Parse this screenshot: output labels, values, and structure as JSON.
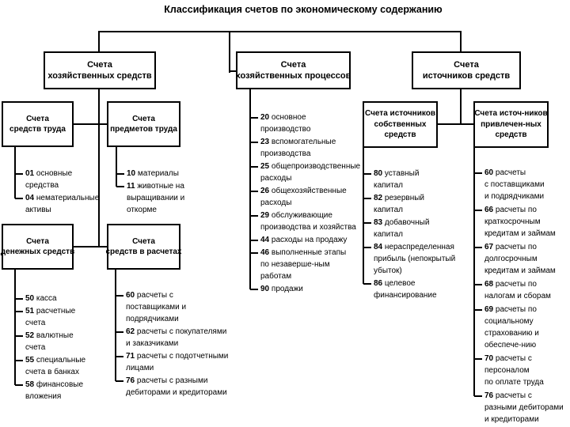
{
  "diagram": {
    "title": "Классификация счетов по экономическому содержанию",
    "nodes": {
      "funds": {
        "label_lines": [
          "Счета",
          "хозяйственных средств"
        ]
      },
      "processes": {
        "label_lines": [
          "Счета",
          "хозяйственных процессов"
        ]
      },
      "sources": {
        "label_lines": [
          "Счета",
          "источников средств"
        ]
      },
      "labor_means": {
        "label_lines": [
          "Счета",
          "средств труда"
        ]
      },
      "labor_objects": {
        "label_lines": [
          "Счета",
          "предметов труда"
        ]
      },
      "money": {
        "label_lines": [
          "Счета",
          "денежных средств"
        ]
      },
      "settlements": {
        "label_lines": [
          "Счета",
          "средств в расчетах"
        ]
      },
      "own_sources": {
        "label_lines": [
          "Счета источников",
          "собственных",
          "средств"
        ]
      },
      "borrowed_sources": {
        "label_lines": [
          "Счета источ-ников",
          "привлечен-ных",
          "средств"
        ]
      }
    },
    "account_lists": {
      "labor_means_accounts": [
        {
          "num": "01",
          "lines": [
            "основные",
            "средства"
          ]
        },
        {
          "num": "04",
          "lines": [
            "нематериальные",
            "активы"
          ]
        }
      ],
      "labor_objects_accounts": [
        {
          "num": "10",
          "lines": [
            "материалы"
          ]
        },
        {
          "num": "11",
          "lines": [
            "животные на",
            "выращивании и",
            "откорме"
          ]
        }
      ],
      "money_accounts": [
        {
          "num": "50",
          "lines": [
            "касса"
          ]
        },
        {
          "num": "51",
          "lines": [
            "расчетные",
            "счета"
          ]
        },
        {
          "num": "52",
          "lines": [
            "валютные",
            "счета"
          ]
        },
        {
          "num": "55",
          "lines": [
            "специальные",
            "счета в банках"
          ]
        },
        {
          "num": "58",
          "lines": [
            "финансовые",
            "вложения"
          ]
        }
      ],
      "settlement_accounts": [
        {
          "num": "60",
          "lines": [
            "расчеты с",
            "поставщиками и",
            "подрядчиками"
          ]
        },
        {
          "num": "62",
          "lines": [
            "расчеты с покупателями",
            "и заказчиками"
          ]
        },
        {
          "num": "71",
          "lines": [
            "расчеты с подотчетными",
            "лицами"
          ]
        },
        {
          "num": "76",
          "lines": [
            "расчеты с разными",
            "дебиторами и кредиторами"
          ]
        }
      ],
      "process_accounts": [
        {
          "num": "20",
          "lines": [
            "основное",
            "производство"
          ]
        },
        {
          "num": "23",
          "lines": [
            "вспомогательные",
            "производства"
          ]
        },
        {
          "num": "25",
          "lines": [
            "общепроизводственные",
            "расходы"
          ]
        },
        {
          "num": "26",
          "lines": [
            "общехозяйственные",
            "расходы"
          ]
        },
        {
          "num": "29",
          "lines": [
            "обслуживающие",
            "производства и хозяйства"
          ]
        },
        {
          "num": "44",
          "lines": [
            "расходы на продажу"
          ]
        },
        {
          "num": "46",
          "lines": [
            "выполненные этапы",
            "по незаверше-ным",
            "работам"
          ]
        },
        {
          "num": "90",
          "lines": [
            "продажи"
          ]
        }
      ],
      "own_source_accounts": [
        {
          "num": "80",
          "lines": [
            "уставный",
            "капитал"
          ]
        },
        {
          "num": "82",
          "lines": [
            "резервный",
            "капитал"
          ]
        },
        {
          "num": "83",
          "lines": [
            "добавочный",
            "капитал"
          ]
        },
        {
          "num": "84",
          "lines": [
            "нераспределенная",
            "прибыль (непокрытый",
            "убыток)"
          ]
        },
        {
          "num": "86",
          "lines": [
            "целевое",
            "финансирование"
          ]
        }
      ],
      "borrowed_source_accounts": [
        {
          "num": "60",
          "lines": [
            "расчеты",
            "с поставщиками",
            "и подрядчиками"
          ]
        },
        {
          "num": "66",
          "lines": [
            "расчеты по",
            "краткосрочным",
            "кредитам и займам"
          ]
        },
        {
          "num": "67",
          "lines": [
            "расчеты по",
            "долгосрочным",
            "кредитам и займам"
          ]
        },
        {
          "num": "68",
          "lines": [
            "расчеты по",
            "налогам и сборам"
          ]
        },
        {
          "num": "69",
          "lines": [
            "расчеты по",
            "социальному",
            "страхованию и",
            "обеспече-нию"
          ]
        },
        {
          "num": "70",
          "lines": [
            "расчеты с",
            "персоналом",
            "по оплате труда"
          ]
        },
        {
          "num": "76",
          "lines": [
            "расчеты с",
            "разными дебиторами",
            "и кредиторами"
          ]
        }
      ]
    }
  }
}
